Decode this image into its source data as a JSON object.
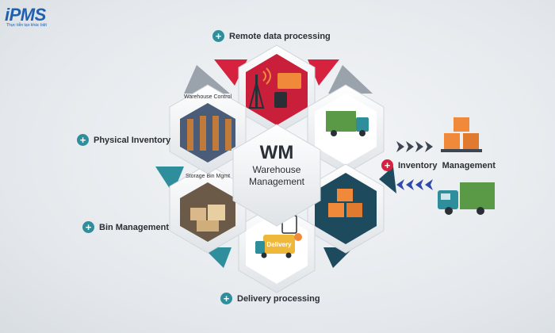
{
  "logo": {
    "text": "iPMS",
    "tagline": "Thực tiễn tạo khác biệt"
  },
  "center": {
    "title": "WM",
    "line1": "Warehouse",
    "line2": "Management"
  },
  "hex_labels": {
    "warehouse_control": "Warehouse Control",
    "storage_bin": "Storage Bin Mgmt"
  },
  "delivery_tag": "Delivery",
  "labels": {
    "remote": "Remote data processing",
    "physical": "Physical Inventory",
    "bin": "Bin Management",
    "delivery": "Delivery processing",
    "inventory": "Inventory  Management"
  },
  "colors": {
    "red": "#d6223f",
    "teal": "#2f8e9c",
    "navy": "#1e4a5e",
    "box": "#f08a3a",
    "truck": "#5a9a46"
  }
}
